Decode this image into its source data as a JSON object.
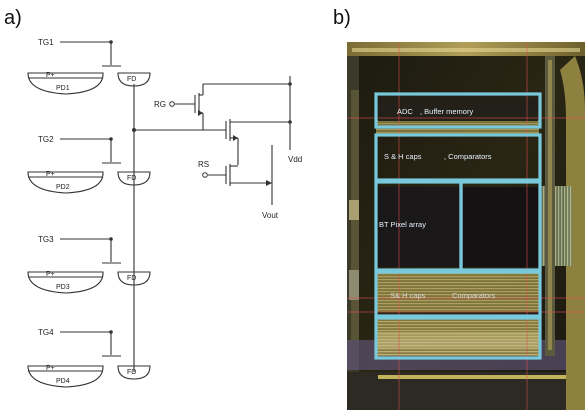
{
  "panels": {
    "a": "a)",
    "b": "b)"
  },
  "circuit": {
    "transfer_gates": [
      "TG1",
      "TG2",
      "TG3",
      "TG4"
    ],
    "photodiodes": [
      "PD1",
      "PD2",
      "PD3",
      "PD4"
    ],
    "implant": "P+",
    "floating_diffusion": "FD",
    "reset_gate": "RG",
    "row_select": "RS",
    "supply": "Vdd",
    "output": "Vout"
  },
  "chip_blocks": {
    "adc": "ADC",
    "buffer": ", Buffer memory",
    "sh_caps": "S & H caps",
    "comparators": ", Comparators",
    "pixel_array": "BT Pixel array",
    "sh_caps_2": "S& H caps",
    "comparators_2": "Comparators"
  }
}
